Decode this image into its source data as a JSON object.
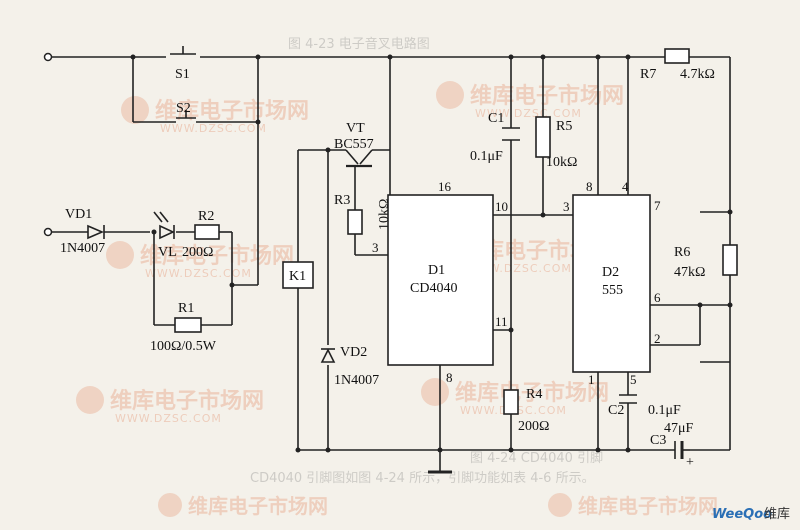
{
  "background_text": {
    "line1": "图 4-23  电子音叉电路图",
    "line2": "CD4040 引脚图如图 4-24 所示，引脚功能如表 4-6 所示。",
    "line3": "图 4-24  CD4040 引脚"
  },
  "watermark": {
    "brand": "维库电子市场网",
    "url": "WWW.DZSC.COM"
  },
  "footer": {
    "brand": "WeeQoo",
    "brand_suffix": "维库"
  },
  "labels": {
    "s1": "S1",
    "s2": "S2",
    "vt": "VT",
    "vt_part": "BC557",
    "c1": "C1",
    "c1_val": "0.1μF",
    "r5": "R5",
    "r5_val": "10kΩ",
    "r7": "R7",
    "r7_val": "4.7kΩ",
    "vd1": "VD1",
    "vd1_part": "1N4007",
    "vl": "VL",
    "r2": "R2",
    "r2_val": "200Ω",
    "r1": "R1",
    "r1_val": "100Ω/0.5W",
    "k1": "K1",
    "r3": "R3",
    "r3_val": "10kΩ",
    "vd2": "VD2",
    "vd2_part": "1N4007",
    "d1": "D1",
    "d1_part": "CD4040",
    "d2": "D2",
    "d2_part": "555",
    "r6": "R6",
    "r6_val": "47kΩ",
    "r4": "R4",
    "r4_val": "200Ω",
    "c2": "C2",
    "c2_val": "0.1μF",
    "c3": "C3",
    "c3_val": "47μF",
    "c3_plus": "+"
  },
  "pins": {
    "d1_16": "16",
    "d1_10": "10",
    "d1_3": "3",
    "d1_11": "11",
    "d1_8": "8",
    "d2_3": "3",
    "d2_8": "8",
    "d2_4": "4",
    "d2_7": "7",
    "d2_6": "6",
    "d2_2": "2",
    "d2_1": "1",
    "d2_5": "5"
  }
}
